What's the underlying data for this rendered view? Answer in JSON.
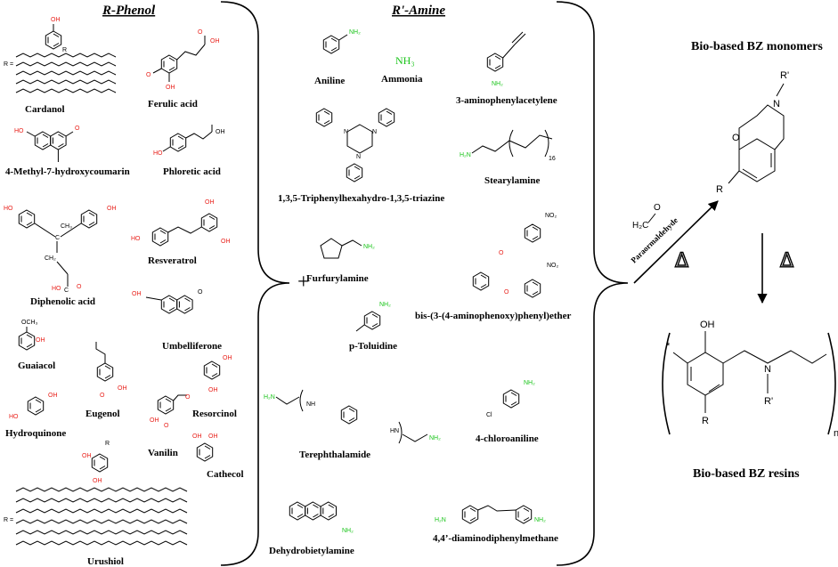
{
  "left_panel": {
    "title": "R-Phenol",
    "compounds": [
      "Cardanol",
      "Ferulic acid",
      "4-Methyl-7-hydroxycoumarin",
      "Phloretic acid",
      "Diphenolic acid",
      "Resveratrol",
      "Umbelliferone",
      "Guaiacol",
      "Eugenol",
      "Hydroquinone",
      "Vanilin",
      "Resorcinol",
      "Cathecol",
      "Urushiol"
    ],
    "r_label": "R =",
    "r_small": "R",
    "oh": "OH",
    "och3": "OCH₃",
    "ch3": "CH₃",
    "ch2": "CH₂",
    "c": "C",
    "o": "O",
    "ho": "HO"
  },
  "middle_panel": {
    "title": "R'-Amine",
    "compounds": [
      "Aniline",
      "Ammonia",
      "3-aminophenylacetylene",
      "1,3,5-Triphenylhexahydro-1,3,5-triazine",
      "Stearylamine",
      "Furfurylamine",
      "bis-(3-(4-aminophenoxy)phenyl)ether",
      "p-Toluidine",
      "Terephthalamide",
      "4-chloroaniline",
      "Dehydrobietylamine",
      "4,4’-diaminodiphenylmethane"
    ],
    "nh2": "NH₂",
    "nh3": "NH₃",
    "h2n": "H₂N",
    "no2": "NO₂",
    "nh": "NH",
    "hn": "HN",
    "n": "N",
    "cl": "Cl",
    "subscript_16": "16"
  },
  "plus_sign": "+",
  "right_panel": {
    "monomer_title": "Bio-based BZ monomers",
    "resin_title": "Bio-based BZ resins",
    "reagent": "H₂C",
    "reagent_o": "O",
    "arrow_label": "Paraormaldehyde",
    "delta": "Δ",
    "r_prime": "R'",
    "r": "R",
    "n_atom": "N",
    "o_atom": "O",
    "oh": "OH",
    "star": "*",
    "n_sub": "n"
  }
}
